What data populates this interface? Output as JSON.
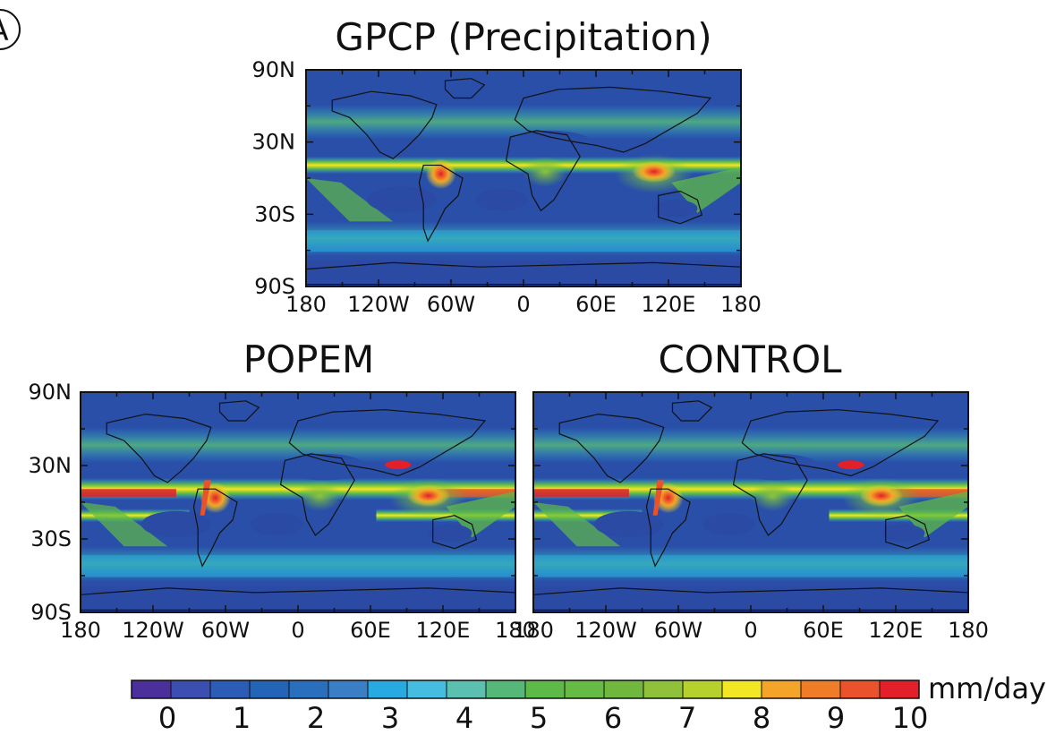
{
  "panel_letter": "A",
  "panels": [
    {
      "id": "gpcp",
      "title": "GPCP (Precipitation)",
      "lat_labels": [
        "90N",
        "30N",
        "30S",
        "90S"
      ],
      "lon_labels": [
        "180",
        "120W",
        "60W",
        "0",
        "60E",
        "120E",
        "180"
      ]
    },
    {
      "id": "popem",
      "title": "POPEM",
      "lat_labels": [
        "90N",
        "30N",
        "30S",
        "90S"
      ],
      "lon_labels": [
        "180",
        "120W",
        "60W",
        "0",
        "60E",
        "120E",
        "180"
      ]
    },
    {
      "id": "control",
      "title": "CONTROL",
      "lat_labels": [],
      "lon_labels": [
        "180",
        "120W",
        "60W",
        "0",
        "60E",
        "120E",
        "180"
      ]
    }
  ],
  "colorbar": {
    "unit": "mm/day",
    "labels": [
      "0",
      "1",
      "2",
      "3",
      "4",
      "5",
      "6",
      "7",
      "8",
      "9",
      "10"
    ],
    "colors": [
      "#4b2f9b",
      "#3a4fb0",
      "#2b5cb6",
      "#2364b6",
      "#2a6fbe",
      "#3a7ec6",
      "#27a9e1",
      "#45bde0",
      "#5cc0b0",
      "#55b878",
      "#5db948",
      "#66bb44",
      "#6fb83d",
      "#8fc23a",
      "#b6d12c",
      "#f3e622",
      "#f4a428",
      "#ef7d27",
      "#e9522a",
      "#e31f2a"
    ],
    "min": 0,
    "max": 10
  },
  "colors": {
    "ocean_dry": "#2a4fa8",
    "land_outline": "#111111",
    "wet_green": "#5fba47",
    "heavy_red": "#e31f2a"
  }
}
